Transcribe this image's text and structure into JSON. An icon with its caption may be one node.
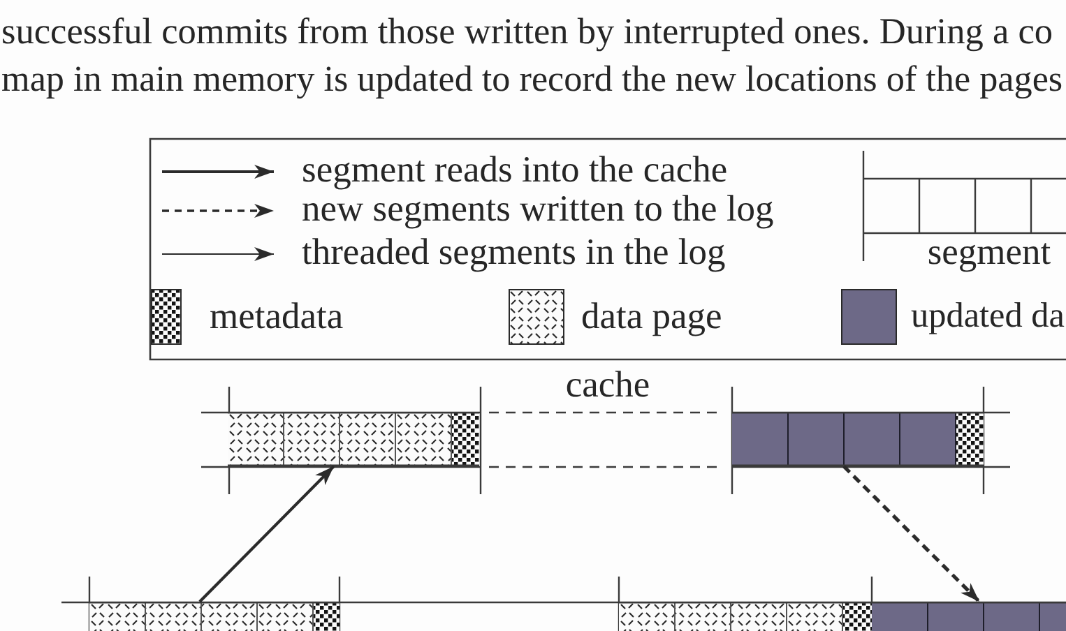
{
  "diagram": {
    "nodes": [
      {
        "text": [],
        "shape": "box"
      },
      {
        "text": [],
        "shape": "box"
      },
      {
        "text": [],
        "shape": "box"
      },
      {
        "text": [],
        "shape": "box"
      },
      {
        "text": [],
        "shape": "box"
      }
    ],
    "edges": [
      {
        "from": 2,
        "to": 0,
        "arrow": "to"
      },
      {
        "from": 1,
        "to": 4,
        "arrow": "to",
        "style": "dashed"
      }
    ],
    "labels": [
      "successful commits from those written by interrupted ones. During a co",
      "map in main memory is updated to record the new locations of the pages",
      "segment",
      "cache"
    ],
    "legend": [
      {
        "text": "segment reads into the cache"
      },
      {
        "text": "new segments written to the log"
      },
      {
        "text": "threaded segments in the log"
      },
      {
        "text": "metadata"
      },
      {
        "text": "data page"
      },
      {
        "text": "updated da",
        "color": "#6d6987"
      }
    ]
  }
}
